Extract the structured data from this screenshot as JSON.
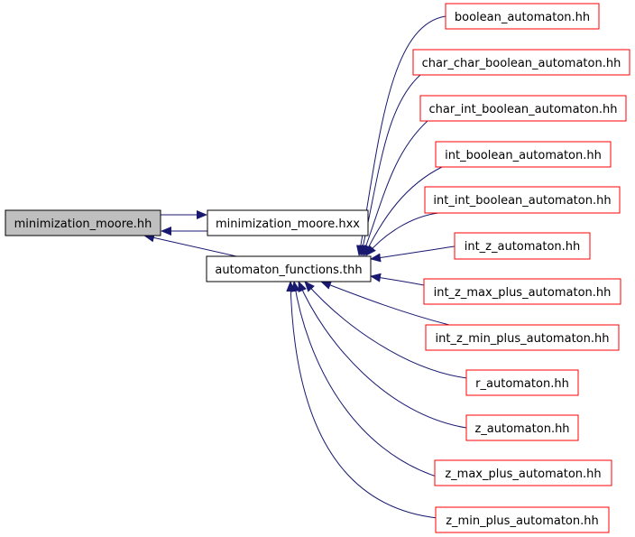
{
  "colors": {
    "edge": "#191970",
    "root_fill": "#bfbfbf",
    "root_stroke": "#000000",
    "node_stroke": "#000000",
    "red_stroke": "#ff0000",
    "node_fill": "#ffffff"
  },
  "nodes": {
    "root": "minimization_moore.hh",
    "hxx": "minimization_moore.hxx",
    "functions": "automaton_functions.thh",
    "leaves": [
      "boolean_automaton.hh",
      "char_char_boolean_automaton.hh",
      "char_int_boolean_automaton.hh",
      "int_boolean_automaton.hh",
      "int_int_boolean_automaton.hh",
      "int_z_automaton.hh",
      "int_z_max_plus_automaton.hh",
      "int_z_min_plus_automaton.hh",
      "r_automaton.hh",
      "z_automaton.hh",
      "z_max_plus_automaton.hh",
      "z_min_plus_automaton.hh"
    ]
  }
}
